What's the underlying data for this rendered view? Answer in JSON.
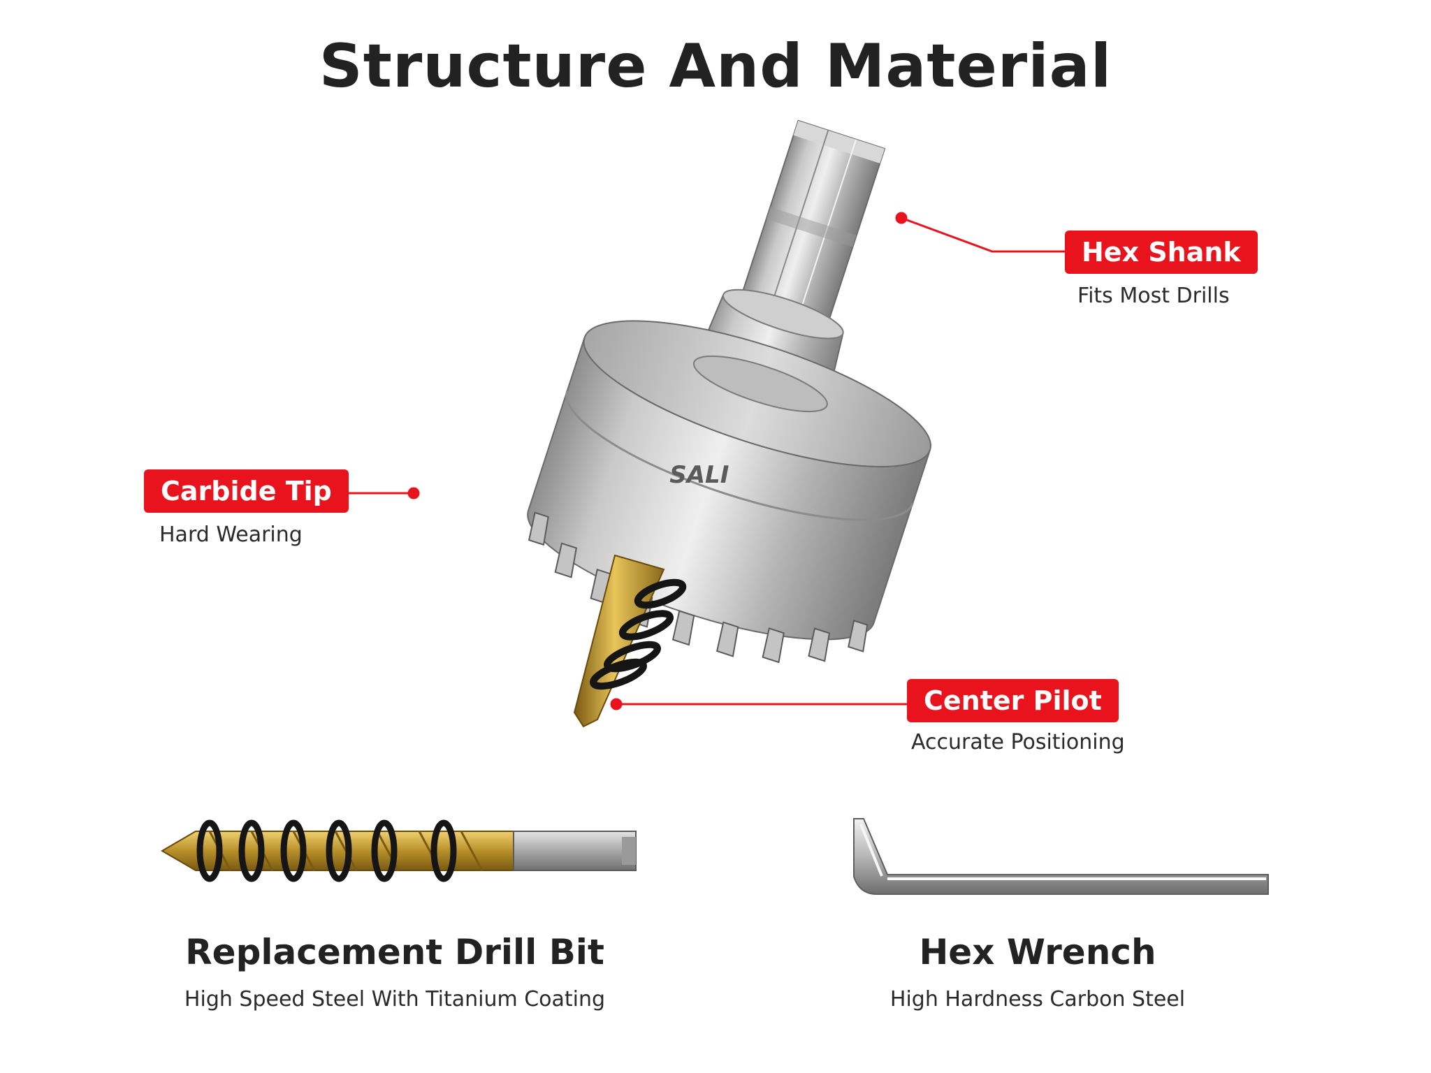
{
  "title": "Structure And Material",
  "brand_logo_text": "SALI",
  "accent_color": "#e8131c",
  "callouts": {
    "hex_shank": {
      "label": "Hex Shank",
      "description": "Fits Most Drills"
    },
    "carbide_tip": {
      "label": "Carbide Tip",
      "description": "Hard Wearing"
    },
    "center_pilot": {
      "label": "Center Pilot",
      "description": "Accurate Positioning"
    }
  },
  "accessories": {
    "drill_bit": {
      "name": "Replacement Drill Bit",
      "description": "High Speed Steel With Titanium Coating"
    },
    "hex_wrench": {
      "name": "Hex Wrench",
      "description": "High Hardness Carbon Steel"
    }
  }
}
